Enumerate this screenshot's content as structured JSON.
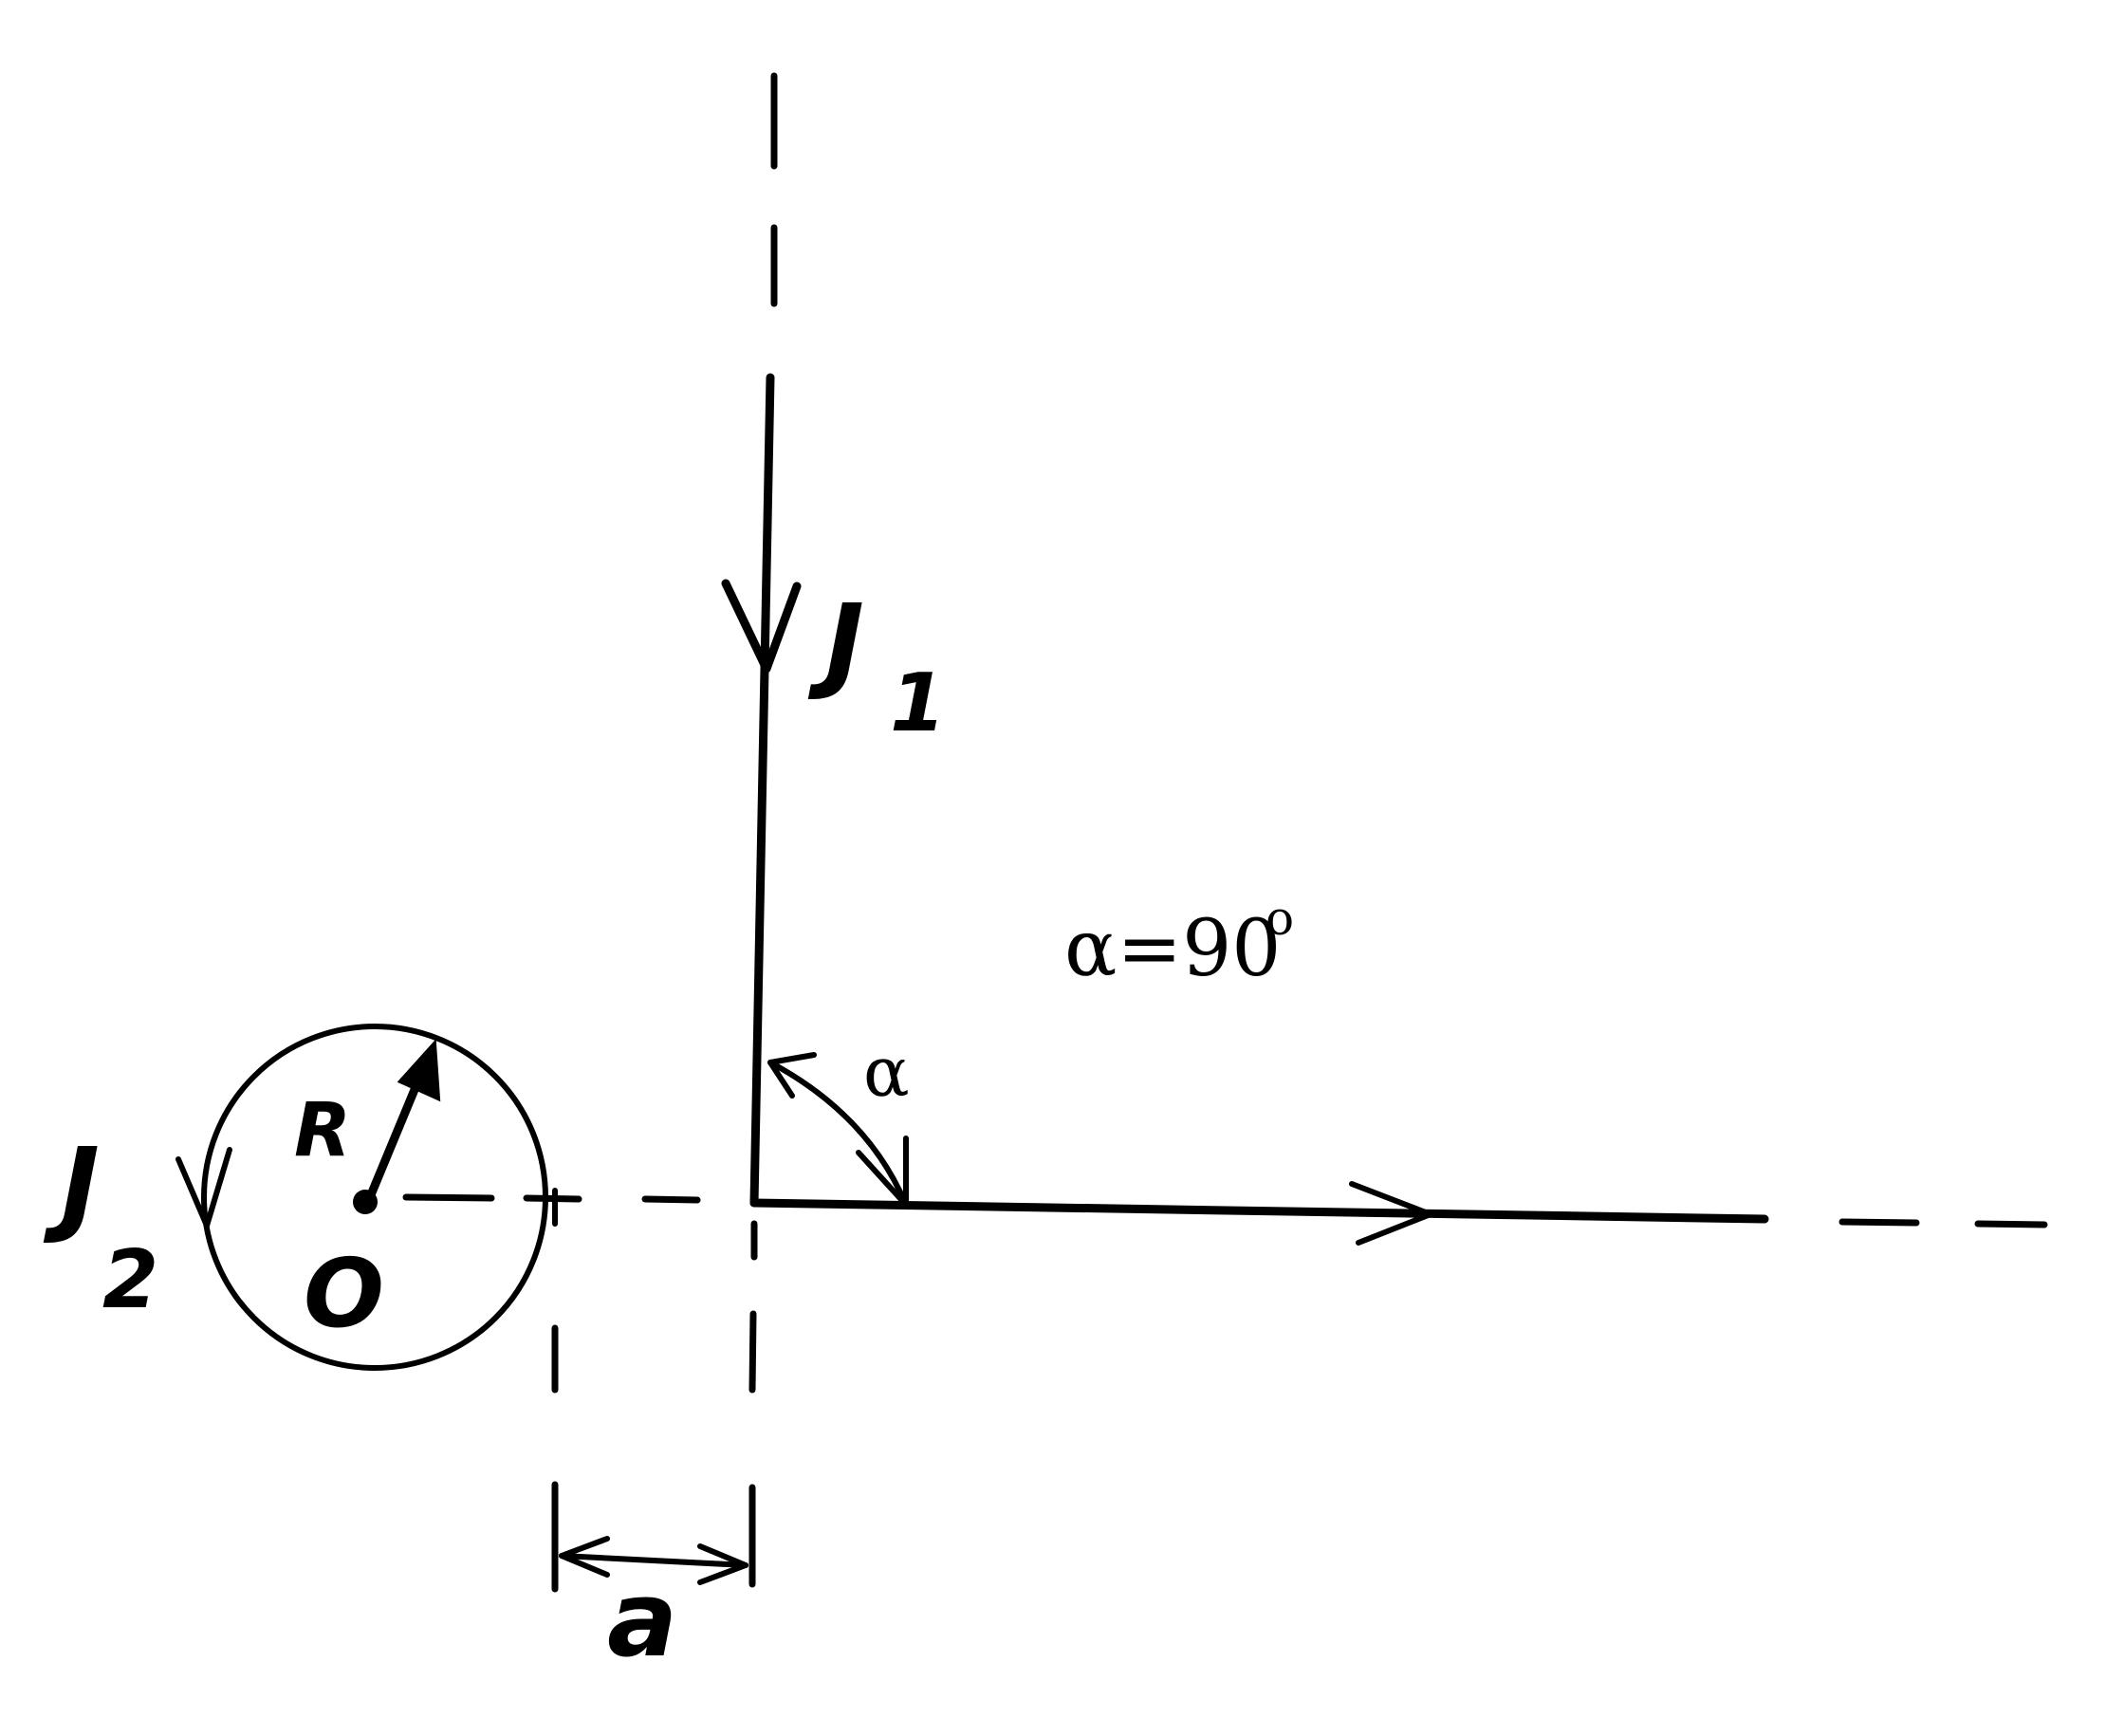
{
  "labels": {
    "current_1_letter": "J",
    "current_1_index": "1",
    "current_2_letter": "J",
    "current_2_index": "2",
    "radius": "R",
    "center": "O",
    "angle_symbol": "α",
    "angle_value_prefix": "α=90",
    "angle_value_degree": "o",
    "distance": "a"
  }
}
